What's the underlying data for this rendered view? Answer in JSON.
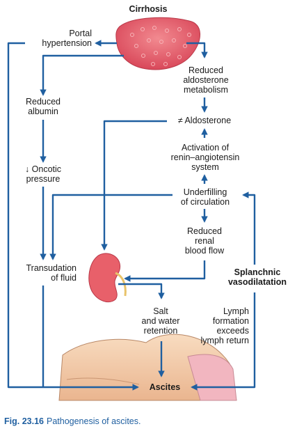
{
  "nodes": {
    "cirrhosis": "Cirrhosis",
    "portal_hypertension": [
      "Portal",
      "hypertension"
    ],
    "reduced_aldosterone_metabolism": [
      "Reduced",
      "aldosterone",
      "metabolism"
    ],
    "reduced_albumin": [
      "Reduced",
      "albumin"
    ],
    "aldosterone": "≠ Aldosterone",
    "activation_ras": [
      "Activation of",
      "renin–angiotensin",
      "system"
    ],
    "oncotic_pressure": [
      "↓ Oncotic",
      "pressure"
    ],
    "underfilling": [
      "Underfilling",
      "of circulation"
    ],
    "reduced_renal_blood_flow": [
      "Reduced",
      "renal",
      "blood flow"
    ],
    "transudation": [
      "Transudation",
      "of fluid"
    ],
    "splanchnic_vasodilatation": [
      "Splanchnic",
      "vasodilatation"
    ],
    "salt_water_retention": [
      "Salt",
      "and water",
      "retention"
    ],
    "lymph_formation": [
      "Lymph",
      "formation",
      "exceeds",
      "lymph return"
    ],
    "ascites": "Ascites"
  },
  "caption": {
    "figure_number": "Fig. 23.16",
    "text": "Pathogenesis of ascites."
  },
  "colors": {
    "arrow": "#1f5fa0",
    "liver": "#e5606a",
    "kidney": "#e8606a",
    "skin": "#f3c9a6",
    "caption": "#1f5fa0"
  }
}
